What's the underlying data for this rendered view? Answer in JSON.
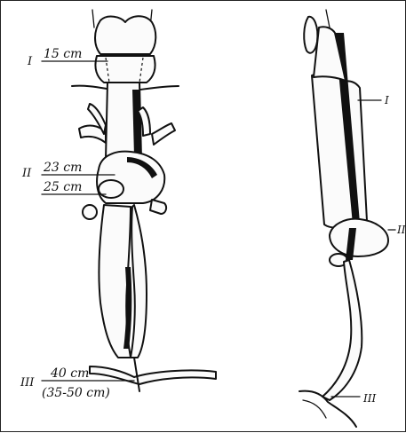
{
  "diagram": {
    "left_figure": {
      "levels": [
        {
          "numeral": "I",
          "distance": "15 cm"
        },
        {
          "numeral": "II",
          "distance": "23 cm",
          "distance_2": "25 cm"
        },
        {
          "numeral": "III",
          "distance": "40 cm",
          "range": "(35-50 cm)"
        }
      ]
    },
    "right_figure": {
      "levels": [
        {
          "numeral": "I"
        },
        {
          "numeral": "II"
        },
        {
          "numeral": "III"
        }
      ]
    }
  }
}
